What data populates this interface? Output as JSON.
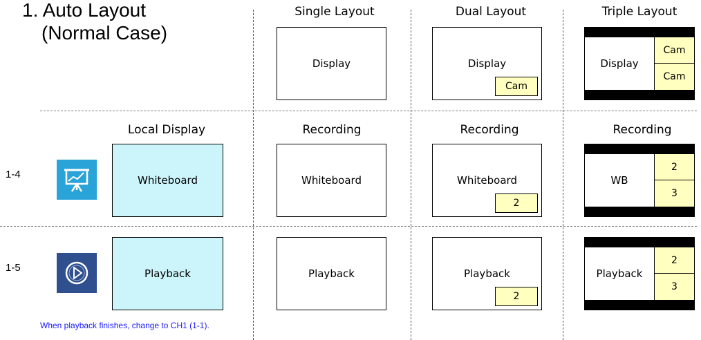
{
  "title_line1": "1. Auto Layout",
  "title_line2": "(Normal Case)",
  "headers": {
    "single": "Single Layout",
    "dual": "Dual Layout",
    "triple": "Triple Layout"
  },
  "row_headers": {
    "local_display": "Local Display",
    "recording_single": "Recording",
    "recording_dual": "Recording",
    "recording_triple": "Recording"
  },
  "row0": {
    "single_main": "Display",
    "dual_main": "Display",
    "dual_cam": "Cam",
    "triple_main": "Display",
    "triple_cam1": "Cam",
    "triple_cam2": "Cam"
  },
  "row1": {
    "label": "1-4",
    "icon": "whiteboard-presentation-icon",
    "local": "Whiteboard",
    "single_main": "Whiteboard",
    "dual_main": "Whiteboard",
    "dual_cam": "2",
    "triple_main": "WB",
    "triple_cam1": "2",
    "triple_cam2": "3"
  },
  "row2": {
    "label": "1-5",
    "icon": "play-icon",
    "local": "Playback",
    "single_main": "Playback",
    "dual_main": "Playback",
    "dual_cam": "2",
    "triple_main": "Playback",
    "triple_cam1": "2",
    "triple_cam2": "3"
  },
  "note": "When playback finishes, change to CH1 (1-1).",
  "colors": {
    "local_box": "#ccf5fb",
    "cam_box": "#ffffc0",
    "whiteboard_icon": "#2aa3d8",
    "play_icon": "#2f4f8f",
    "note_text": "#1a1aff"
  }
}
